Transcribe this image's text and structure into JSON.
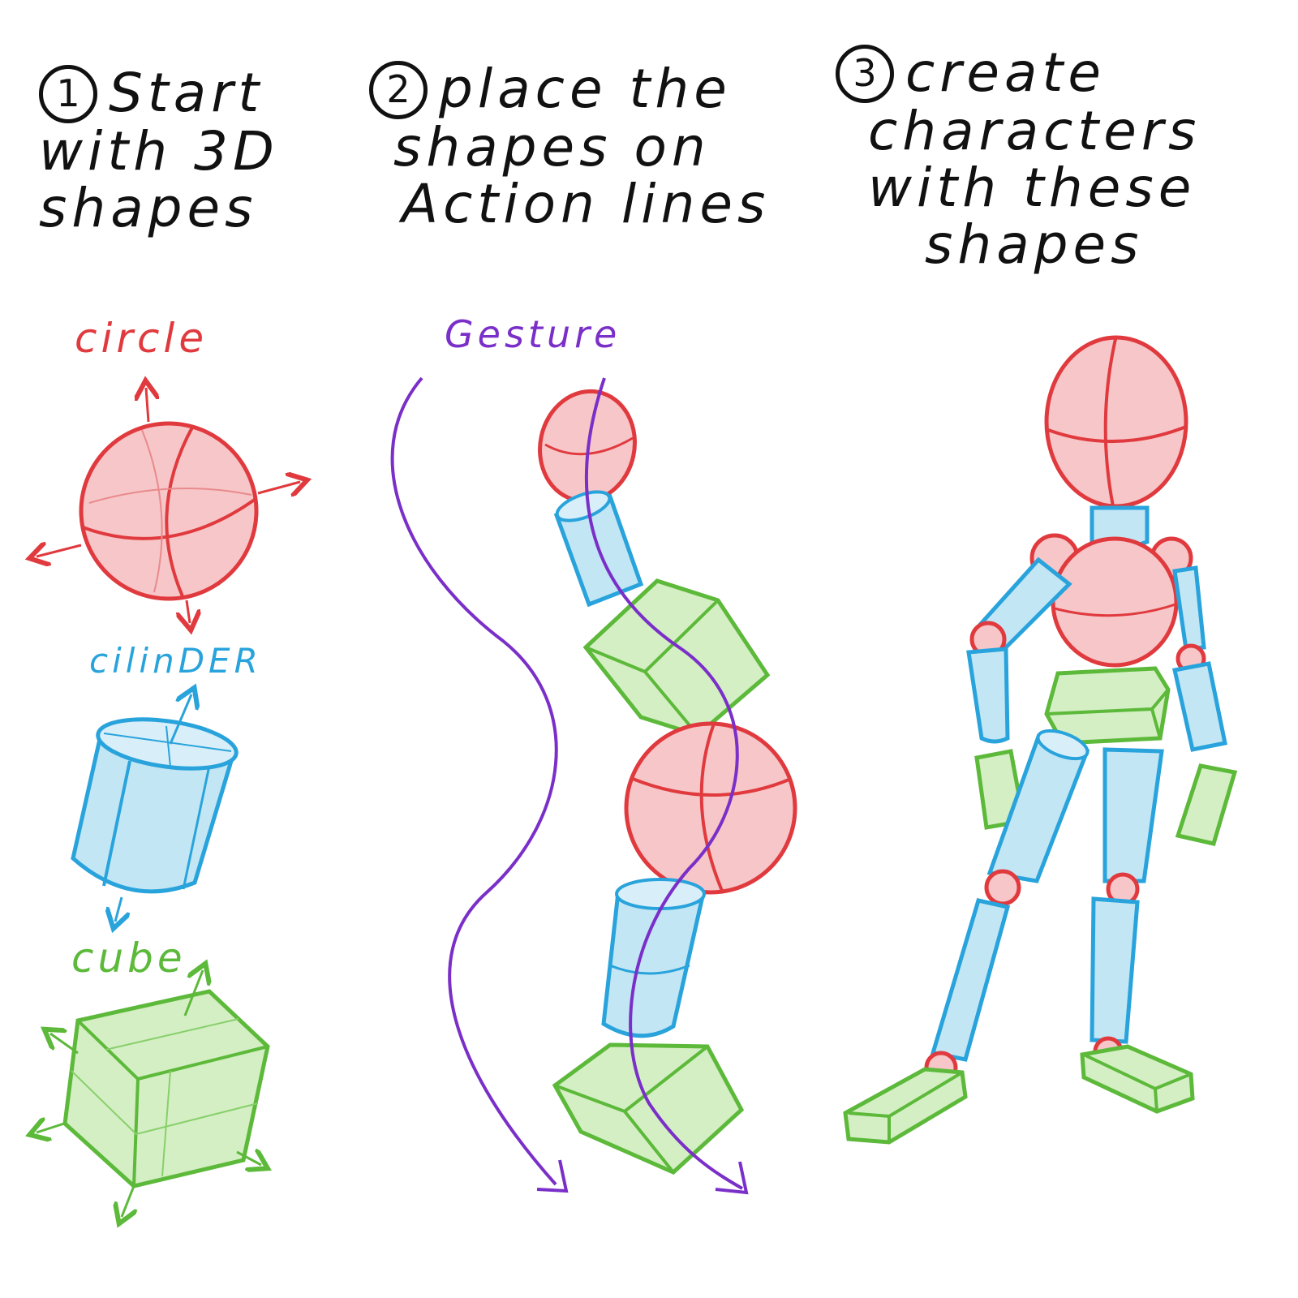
{
  "steps": [
    {
      "number": "1",
      "lines": [
        "Start",
        "with 3D",
        "shapes"
      ]
    },
    {
      "number": "2",
      "lines": [
        "place the",
        "shapes on",
        "Action lines"
      ]
    },
    {
      "number": "3",
      "lines": [
        "create",
        "characters",
        "with these",
        "shapes"
      ]
    }
  ],
  "shape_labels": {
    "circle": "circle",
    "cylinder": "cilinDER",
    "cube": "cube",
    "gesture": "Gesture"
  },
  "colors": {
    "ink": "#111111",
    "circle_stroke": "#e03a3e",
    "circle_fill": "#f7c6c8",
    "cylinder_stroke": "#29a3dc",
    "cylinder_fill": "#c3e6f5",
    "cube_stroke": "#5cb93a",
    "cube_fill": "#d4efc3",
    "gesture": "#7a2fc8"
  }
}
